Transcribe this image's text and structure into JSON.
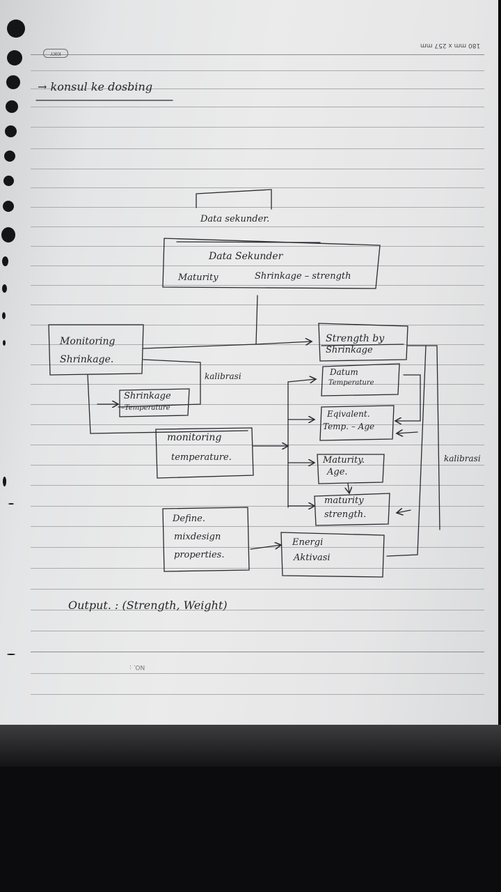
{
  "header": {
    "brand": "KIKY",
    "paper_size": "180 mm x 257 mm",
    "note": "→ konsul ke dosbing"
  },
  "diagram": {
    "nodes": {
      "data_sekunder_top": "Data sekunder.",
      "data_sekunder_box": {
        "line1": "Data Sekunder",
        "line2a": "Maturity",
        "line2b": "Shrinkage – strength"
      },
      "monitoring_shrinkage": {
        "line1": "Monitoring",
        "line2": "Shrinkage."
      },
      "kalibrasi_left": "kalibrasi",
      "shrinkage_temperature": {
        "line1": "Shrinkage",
        "line2": "–Temperature"
      },
      "monitoring_temperature": {
        "line1": "monitoring",
        "line2": "temperature."
      },
      "define_mix": {
        "line1": "Define.",
        "line2": "mixdesign",
        "line3": "properties."
      },
      "strength_by_shrinkage": {
        "line1": "Strength by",
        "line2": "Shrinkage"
      },
      "datum_temperature": {
        "line1": "Datum",
        "line2": "Temperature"
      },
      "equivalent_temp_age": {
        "line1": "Eqivalent.",
        "line2": "Temp. – Age"
      },
      "maturity_age": {
        "line1": "Maturity.",
        "line2": "Age."
      },
      "maturity_strength": {
        "line1": "maturity",
        "line2": "strength."
      },
      "energi_aktivasi": {
        "line1": "Energi",
        "line2": "Aktivasi"
      },
      "kalibrasi_right": "kalibrasi"
    },
    "output": "Output. : (Strength, Weight)"
  },
  "footer": {
    "no_label": "NO. :"
  }
}
